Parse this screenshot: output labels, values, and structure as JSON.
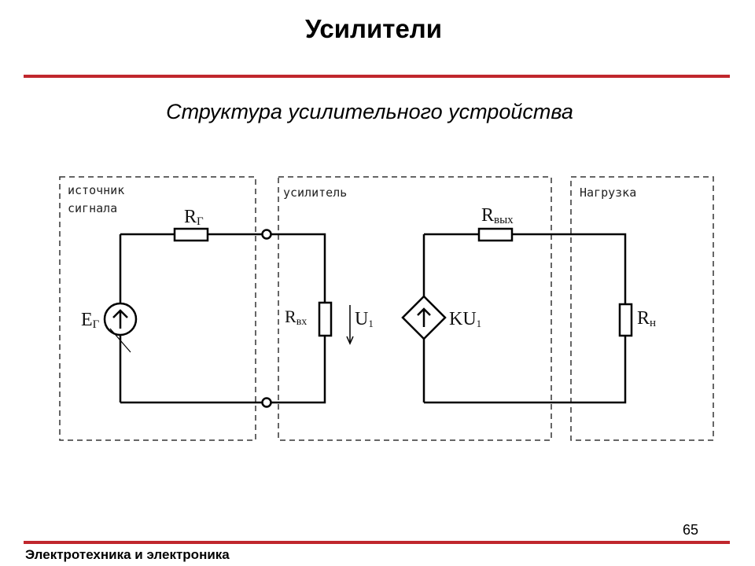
{
  "header": {
    "title": "Усилители"
  },
  "slide": {
    "subtitle": "Структура усилительного устройства"
  },
  "diagram": {
    "blocks": {
      "source_line1": "источник",
      "source_line2": "сигнала",
      "amplifier": "усилитель",
      "load": "Нагрузка"
    },
    "labels": {
      "r_source": {
        "main": "R",
        "sub": "Г"
      },
      "e_source": {
        "main": "E",
        "sub": "Г"
      },
      "r_in": {
        "main": "R",
        "sub": "вх"
      },
      "u1": {
        "main": "U",
        "sub": "1"
      },
      "r_out": {
        "main": "R",
        "sub": "вых"
      },
      "ku1": {
        "main": "KU",
        "sub": "1"
      },
      "r_load": {
        "main": "R",
        "sub": "н"
      }
    }
  },
  "footer": {
    "course": "Электротехника и электроника",
    "page_number": "65"
  },
  "colors": {
    "accent_rule": "#c0272d",
    "line": "#000000",
    "dashed": "#333333"
  }
}
